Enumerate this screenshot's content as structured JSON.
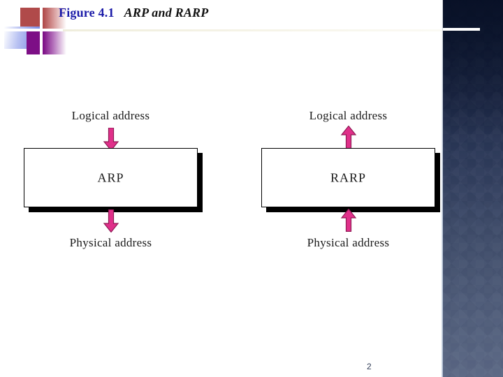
{
  "slide": {
    "page_number": "2",
    "title": {
      "figure_label": "Figure 4.1",
      "figure_caption": "ARP and RARP"
    }
  },
  "colors": {
    "title_blue": "#1a1aa8",
    "title_black": "#111111",
    "arrow_pink": "#e0308a",
    "arrow_pink_dark": "#b3216b",
    "box_border": "#000000",
    "box_fill": "#ffffff",
    "sidebar_dark": "#0c1730",
    "sidebar_light": "#5a6784",
    "deco_red": "#b04a4a",
    "deco_purple": "#7d0f86",
    "deco_blue": "#6f7fe0"
  },
  "diagram": {
    "type": "block-flow",
    "panels": [
      {
        "id": "arp",
        "box_label": "ARP",
        "top_label": "Logical address",
        "bottom_label": "Physical address",
        "flow_direction": "downward",
        "top_arrow": "arrow-down-icon",
        "bottom_arrow": "arrow-down-icon"
      },
      {
        "id": "rarp",
        "box_label": "RARP",
        "top_label": "Logical address",
        "bottom_label": "Physical address",
        "flow_direction": "upward",
        "top_arrow": "arrow-up-icon",
        "bottom_arrow": "arrow-up-icon"
      }
    ]
  }
}
